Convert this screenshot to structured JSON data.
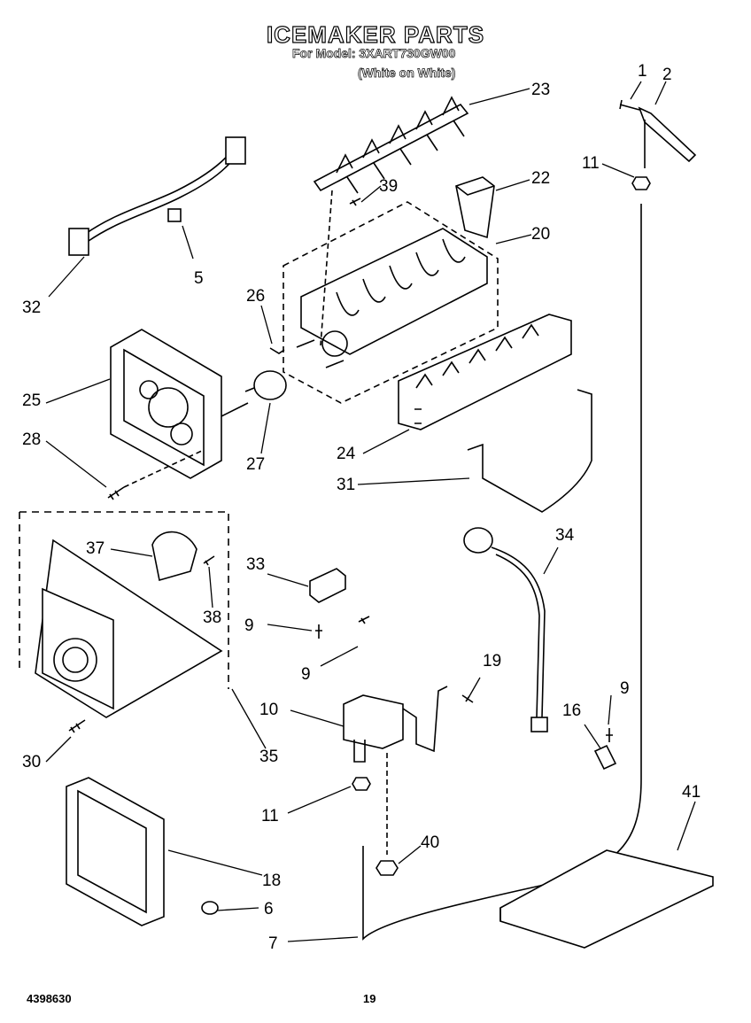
{
  "title": "ICEMAKER PARTS",
  "model_line": "For Model: 3XART730GW00",
  "variant_line": "(White on White)",
  "footer": {
    "doc_number": "4398630",
    "page_number": "19"
  },
  "callouts": {
    "c1": "1",
    "c2": "2",
    "c5": "5",
    "c6": "6",
    "c7": "7",
    "c9a": "9",
    "c9b": "9",
    "c9c": "9",
    "c10": "10",
    "c11a": "11",
    "c11b": "11",
    "c16": "16",
    "c18": "18",
    "c19": "19",
    "c20": "20",
    "c22": "22",
    "c23": "23",
    "c24": "24",
    "c25": "25",
    "c26": "26",
    "c27": "27",
    "c28": "28",
    "c30": "30",
    "c31": "31",
    "c32": "32",
    "c33": "33",
    "c34": "34",
    "c35": "35",
    "c37": "37",
    "c38": "38",
    "c39": "39",
    "c40": "40",
    "c41": "41"
  }
}
